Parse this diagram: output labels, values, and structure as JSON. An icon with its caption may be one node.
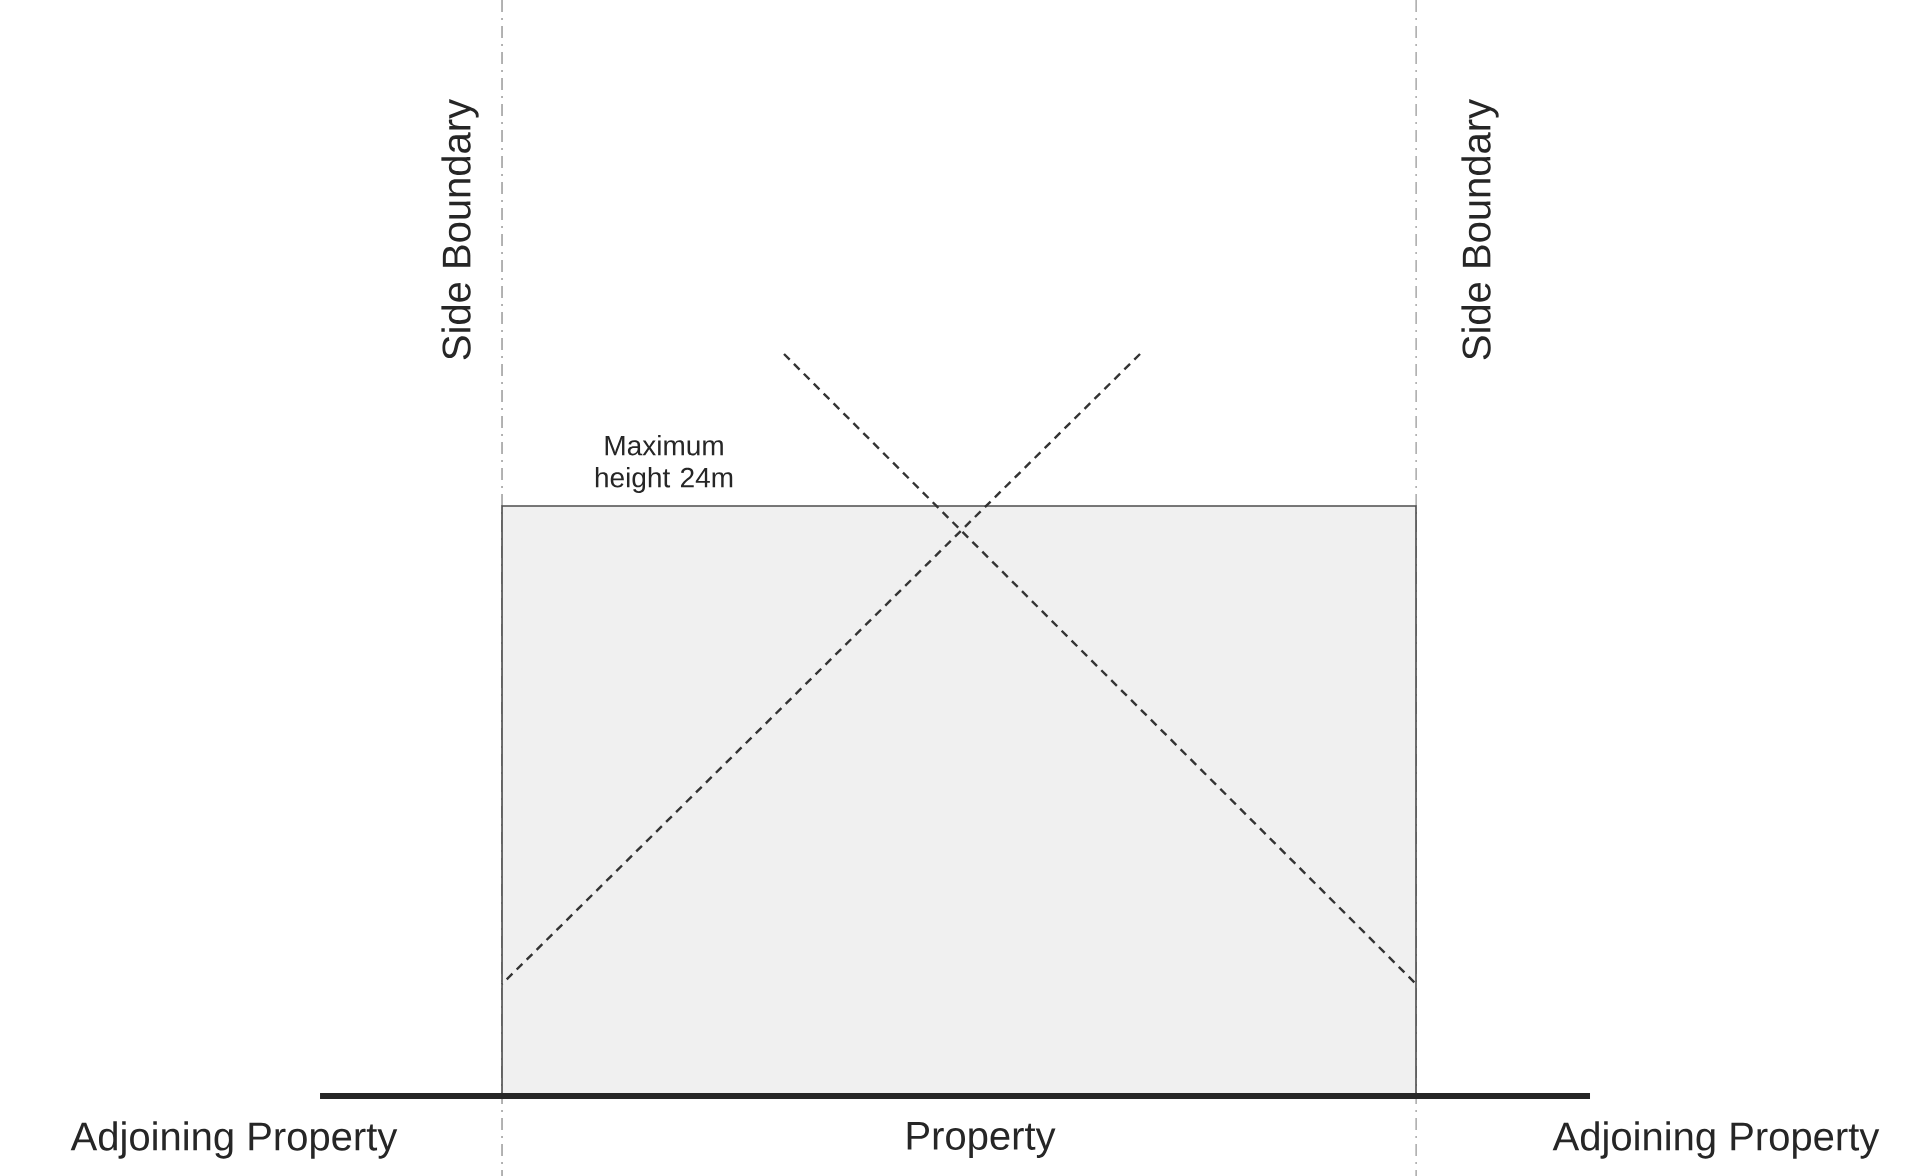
{
  "diagram": {
    "labels": [
      "Side Boundary",
      "Side Boundary",
      "Maximum height 24m",
      "Adjoining Property",
      "Property",
      "Adjoining Property"
    ]
  }
}
